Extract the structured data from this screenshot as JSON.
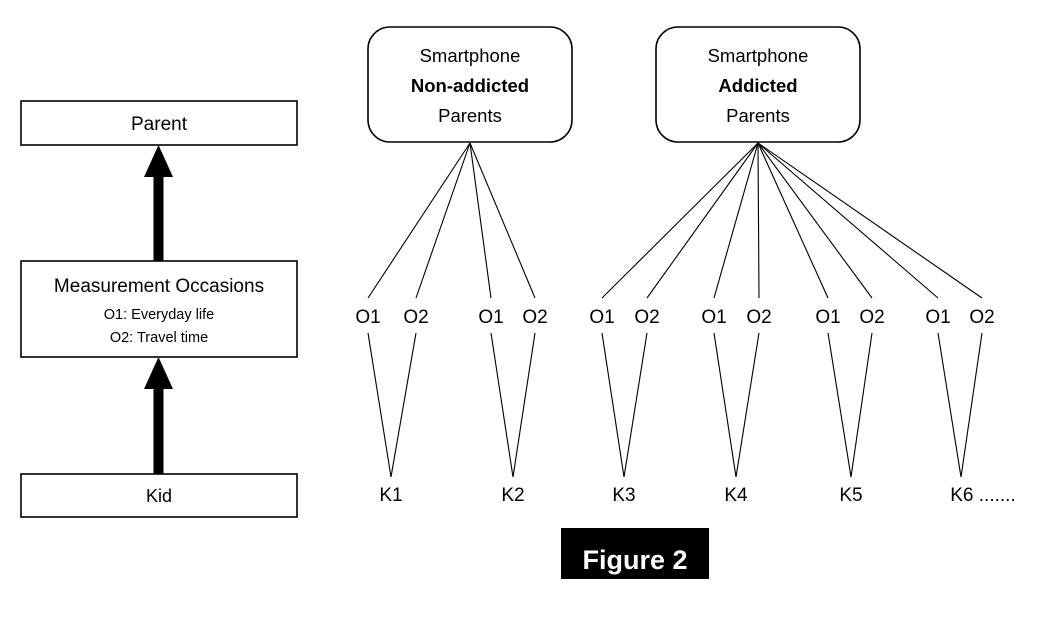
{
  "figure": {
    "label": "Figure 2",
    "plate_bg": "#000000",
    "plate_fg": "#ffffff"
  },
  "legend_panel": {
    "name": "multilevel-legend",
    "boxes": [
      {
        "id": "parent",
        "label": "Parent"
      },
      {
        "id": "measurement-occasions",
        "title": "Measurement Occasions",
        "lines": [
          "O1: Everyday life",
          "O2: Travel time"
        ]
      },
      {
        "id": "kid",
        "label": "Kid"
      }
    ],
    "arrows": [
      {
        "id": "kid-to-occasions",
        "direction": "up"
      },
      {
        "id": "occasions-to-parent",
        "direction": "up"
      }
    ]
  },
  "tree": {
    "groups": [
      {
        "id": "non-addicted",
        "line1": "Smartphone",
        "line2": "Non-addicted",
        "line3": "Parents",
        "occasion_count": 4,
        "kid_count": 2
      },
      {
        "id": "addicted",
        "line1": "Smartphone",
        "line2": "Addicted",
        "line3": "Parents",
        "occasion_count": 8,
        "kid_count": 4
      }
    ],
    "occasion_labels": [
      "O1",
      "O2",
      "O1",
      "O2",
      "O1",
      "O2",
      "O1",
      "O2",
      "O1",
      "O2",
      "O1",
      "O2"
    ],
    "kid_labels": [
      "K1",
      "K2",
      "K3",
      "K4",
      "K5",
      "K6 ......."
    ]
  },
  "colors": {
    "ink": "#000000",
    "paper": "#ffffff"
  }
}
